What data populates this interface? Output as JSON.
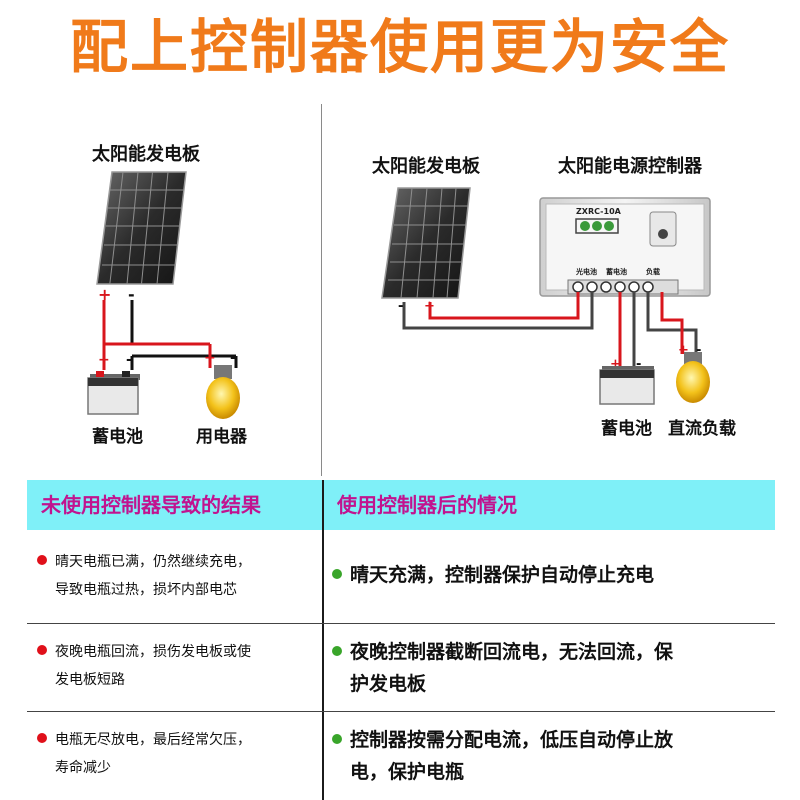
{
  "headline": "配上控制器使用更为安全",
  "left_diagram": {
    "panel_label": "太阳能发电板",
    "battery_label": "蓄电池",
    "appliance_label": "用电器",
    "plus": "+",
    "minus": "-"
  },
  "right_diagram": {
    "panel_label": "太阳能发电板",
    "controller_label": "太阳能电源控制器",
    "controller_model": "ZXRC-10A",
    "terminal_labels": [
      "光电池",
      "蓄电池",
      "负载"
    ],
    "battery_label": "蓄电池",
    "load_label": "直流负载",
    "plus": "+",
    "minus": "-"
  },
  "table": {
    "left_header": "未使用控制器导致的结果",
    "right_header": "使用控制器后的情况",
    "rows": [
      {
        "left_line1": "晴天电瓶已满，仍然继续充电，",
        "left_line2": "导致电瓶过热，损坏内部电芯",
        "right_line1": "晴天充满，控制器保护自动停止充电",
        "right_line2": ""
      },
      {
        "left_line1": "夜晚电瓶回流，损伤发电板或使",
        "left_line2": "发电板短路",
        "right_line1": "夜晚控制器截断回流电，无法回流，保",
        "right_line2": "护发电板"
      },
      {
        "left_line1": "电瓶无尽放电，最后经常欠压，",
        "left_line2": "寿命减少",
        "right_line1": "控制器按需分配电流，低压自动停止放",
        "right_line2": "电，保护电瓶"
      }
    ]
  },
  "colors": {
    "headline": "#f07a1a",
    "header_bg": "#7ff0f8",
    "header_text": "#c1138f",
    "dot_red": "#e0101a",
    "dot_green": "#39a52a",
    "wire_red": "#d8161c"
  }
}
